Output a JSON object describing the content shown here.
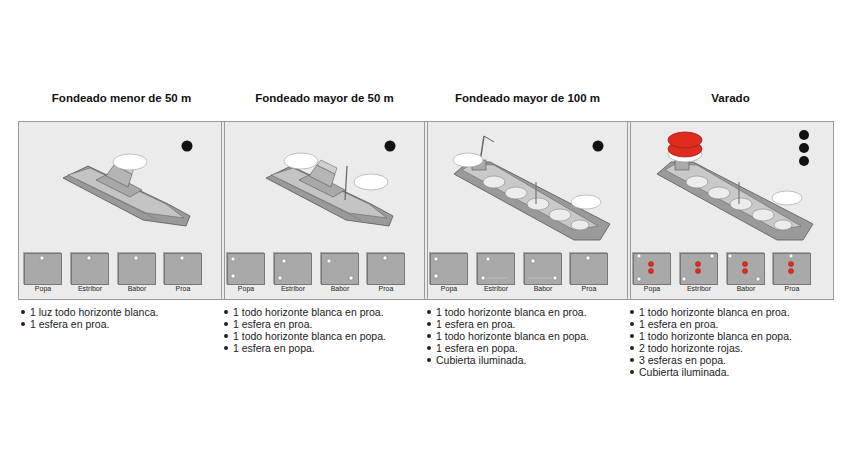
{
  "diagram": {
    "nodes": [
      {
        "text": [
          "Fondeado menor de 50 m"
        ]
      },
      {
        "text": [
          "Popa"
        ],
        "in": 0
      },
      {
        "text": [
          "Estribor"
        ],
        "in": 0
      },
      {
        "text": [
          "Babor"
        ],
        "in": 0
      },
      {
        "text": [
          "Proa"
        ],
        "in": 0
      },
      {
        "text": [
          "Fondeado mayor de 50 m"
        ]
      },
      {
        "text": [
          "Popa"
        ],
        "in": 5
      },
      {
        "text": [
          "Estribor"
        ],
        "in": 5
      },
      {
        "text": [
          "Babor"
        ],
        "in": 5
      },
      {
        "text": [
          "Proa"
        ],
        "in": 5
      },
      {
        "text": [
          "Fondeado mayor de 100 m"
        ]
      },
      {
        "text": [
          "Popa"
        ],
        "in": 10
      },
      {
        "text": [
          "Estribor"
        ],
        "in": 10
      },
      {
        "text": [
          "Babor"
        ],
        "in": 10
      },
      {
        "text": [
          "Proa"
        ],
        "in": 10
      },
      {
        "text": [
          "Varado"
        ]
      },
      {
        "text": [
          "Popa"
        ],
        "in": 15
      },
      {
        "text": [
          "Estribor"
        ],
        "in": 15
      },
      {
        "text": [
          "Babor"
        ],
        "in": 15
      },
      {
        "text": [
          "Proa"
        ],
        "in": 15
      }
    ],
    "labels": [
      "1 luz todo horizonte blanca.",
      "1 esfera en proa.",
      "1 todo horizonte blanca en proa.",
      "1 esfera en proa.",
      "1 todo horizonte blanca en popa.",
      "1 esfera en popa.",
      "1 todo horizonte blanca en proa.",
      "1 esfera en proa.",
      "1 todo horizonte blanca en popa.",
      "1 esfera en popa.",
      "Cubierta iluminada.",
      "1 todo horizonte blanca en proa.",
      "1 esfera en proa.",
      "1 todo horizonte blanca en popa.",
      "2 todo horizonte rojas.",
      "3 esferas en popa.",
      "Cubierta iluminada."
    ]
  }
}
